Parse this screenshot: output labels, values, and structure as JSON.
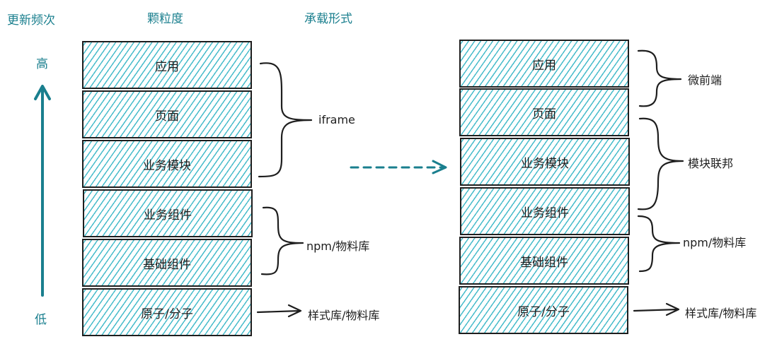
{
  "headers": {
    "frequency": "更新频次",
    "granularity": "颗粒度",
    "carrier": "承载形式"
  },
  "axis": {
    "high": "高",
    "low": "低"
  },
  "layers": [
    "应用",
    "页面",
    "业务模块",
    "业务组件",
    "基础组件",
    "原子/分子"
  ],
  "left_carriers": {
    "iframe": "iframe",
    "npm": "npm/物料库",
    "style": "样式库/物料库"
  },
  "right_carriers": {
    "micro": "微前端",
    "federation": "模块联邦",
    "npm": "npm/物料库",
    "style": "样式库/物料库"
  },
  "colors": {
    "accent": "#1a7f8e",
    "hatch": "#48bccb",
    "stroke": "#1e1e1e"
  }
}
